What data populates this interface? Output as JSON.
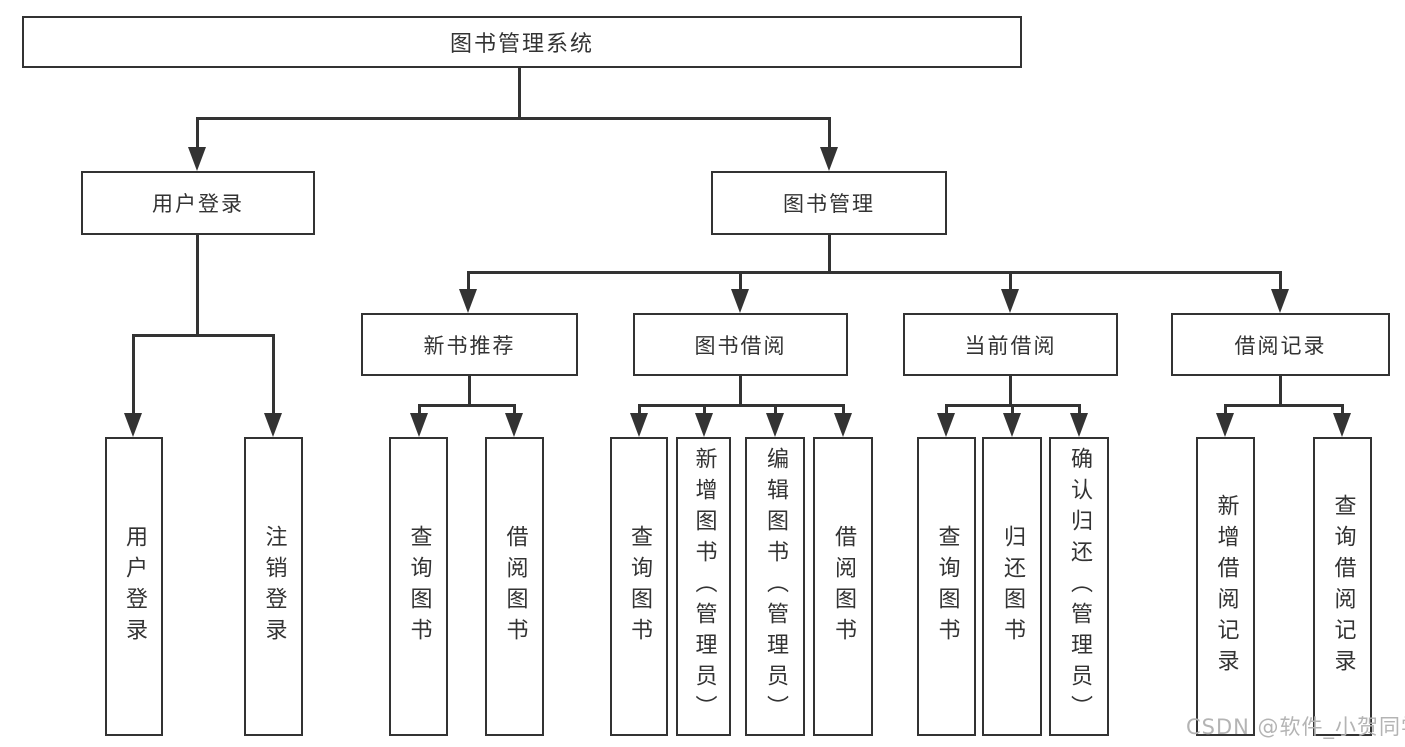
{
  "diagram": {
    "root": {
      "label": "图书管理系统"
    },
    "branches": [
      {
        "label": "用户登录",
        "children": [
          {
            "label": "用户登录"
          },
          {
            "label": "注销登录"
          }
        ]
      },
      {
        "label": "图书管理",
        "children": [
          {
            "label": "新书推荐",
            "children": [
              {
                "label": "查询图书"
              },
              {
                "label": "借阅图书"
              }
            ]
          },
          {
            "label": "图书借阅",
            "children": [
              {
                "label": "查询图书"
              },
              {
                "label": "新增图书（管理员）"
              },
              {
                "label": "编辑图书（管理员）"
              },
              {
                "label": "借阅图书"
              }
            ]
          },
          {
            "label": "当前借阅",
            "children": [
              {
                "label": "查询图书"
              },
              {
                "label": "归还图书"
              },
              {
                "label": "确认归还（管理员）"
              }
            ]
          },
          {
            "label": "借阅记录",
            "children": [
              {
                "label": "新增借阅记录"
              },
              {
                "label": "查询借阅记录"
              }
            ]
          }
        ]
      }
    ]
  },
  "watermark": {
    "text": "CSDN @软件_小贺同学"
  },
  "colors": {
    "line": "#333333",
    "text": "#333333",
    "watermark": "#b4b4b4",
    "background": "#ffffff"
  }
}
